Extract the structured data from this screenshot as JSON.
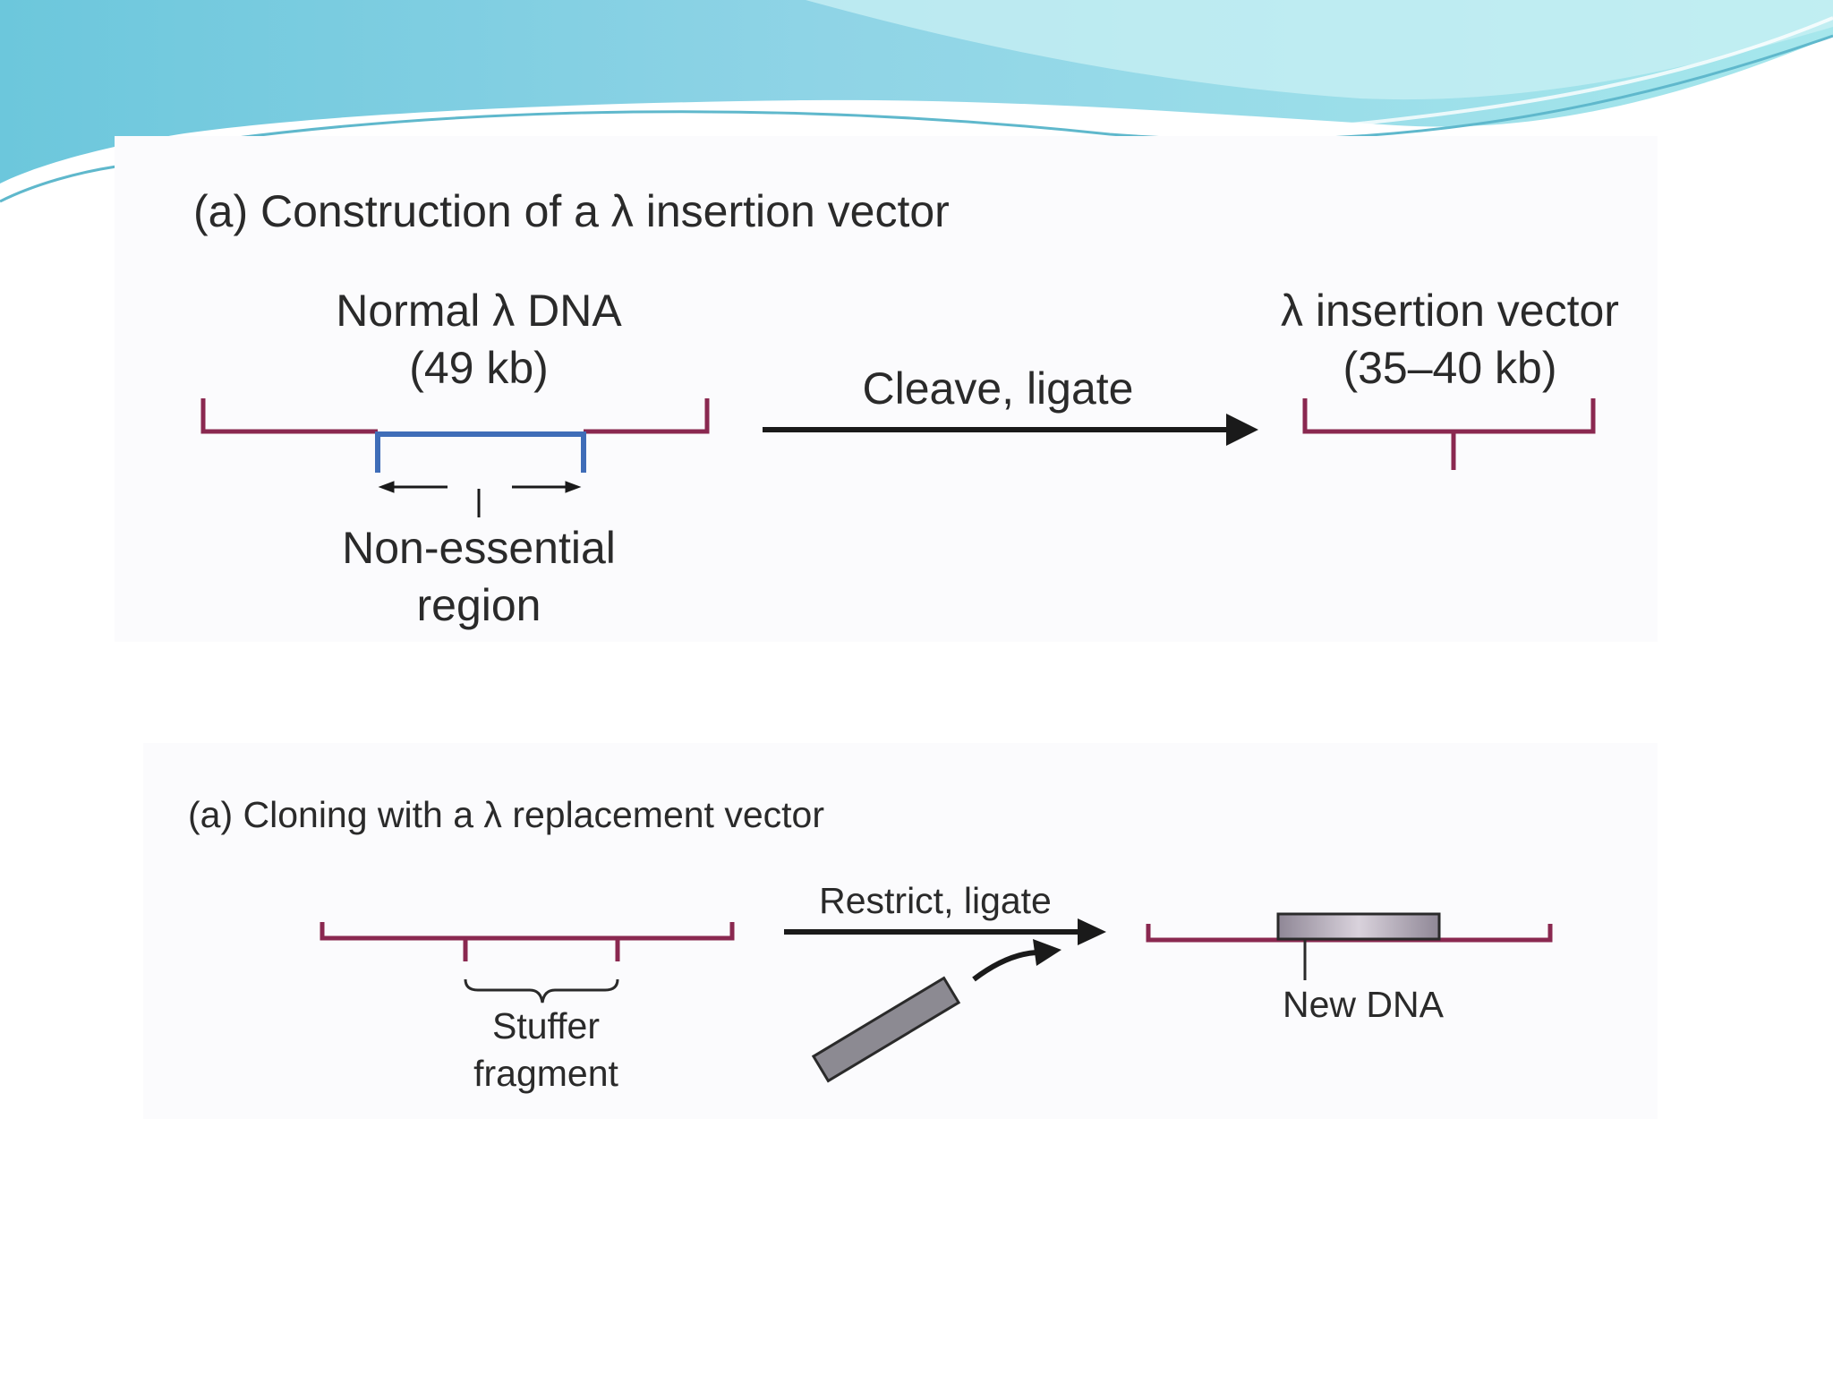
{
  "colors": {
    "dna_line": "#8a2850",
    "nonessential": "#3f6db8",
    "arrow": "#1a1a1a",
    "fragment": "#8c8a92",
    "wave_light": "#a8e6ee",
    "wave_dark": "#6fc6d8",
    "panel_bg": "#fbfbfd"
  },
  "insertion": {
    "title": "(a) Construction of a λ insertion vector",
    "normal_dna_line1": "Normal λ DNA",
    "normal_dna_line2": "(49 kb)",
    "arrow_label": "Cleave, ligate",
    "vector_line1": "λ insertion vector",
    "vector_line2": "(35–40 kb)",
    "region_line1": "Non-essential",
    "region_line2": "region"
  },
  "replacement": {
    "title": "(a) Cloning with a λ replacement vector",
    "arrow_label": "Restrict, ligate",
    "stuffer_line1": "Stuffer",
    "stuffer_line2": "fragment",
    "new_dna": "New DNA"
  }
}
